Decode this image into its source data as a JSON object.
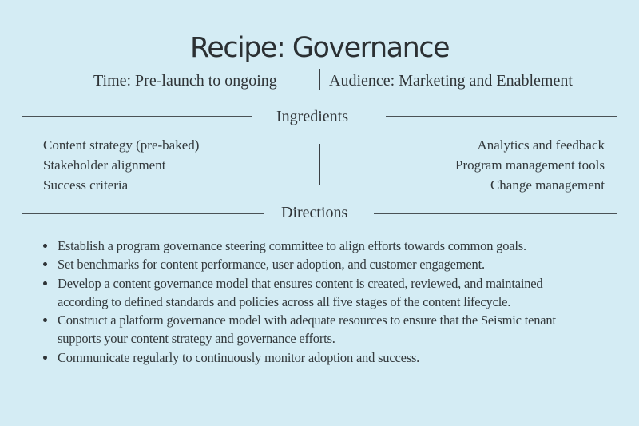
{
  "title": "Recipe: Governance",
  "meta": {
    "time": "Time: Pre-launch to ongoing",
    "audience": "Audience: Marketing and Enablement"
  },
  "ingredients": {
    "heading": "Ingredients",
    "left": [
      "Content strategy (pre-baked)",
      "Stakeholder alignment",
      "Success criteria"
    ],
    "right": [
      "Analytics and feedback",
      "Program management tools",
      "Change management"
    ]
  },
  "directions": {
    "heading": "Directions",
    "items": [
      "Establish a program governance steering committee to align efforts towards common goals.",
      "Set benchmarks for content performance, user adoption, and customer engagement.",
      "Develop a content governance model that ensures content is created, reviewed, and maintained according to defined standards and policies across all five stages of the content lifecycle.",
      "Construct a platform governance model with adequate resources to ensure that the Seismic tenant supports your content strategy and governance efforts.",
      "Communicate regularly to continuously monitor adoption and success."
    ]
  },
  "colors": {
    "background": "#d4ecf4",
    "text": "#2f3437",
    "rule": "#4a5256"
  }
}
